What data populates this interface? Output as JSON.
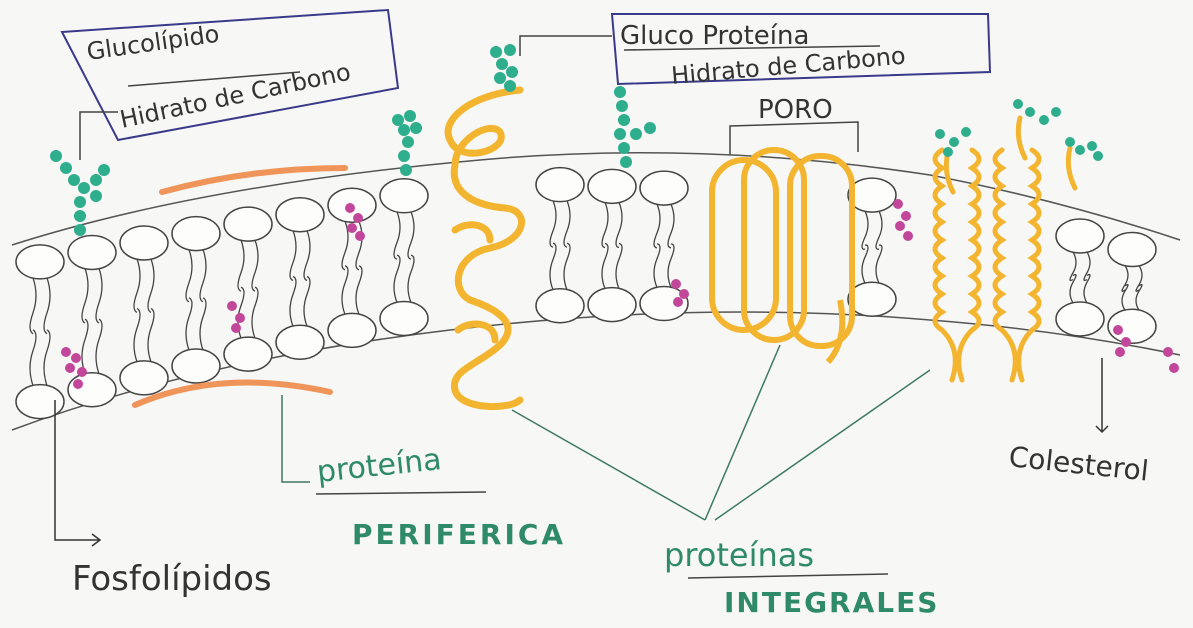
{
  "labels": {
    "glucolipido_top": "Glucolípido",
    "glucolipido_bottom": "Hidrato de Carbono",
    "glucoproteina_top": "Gluco Proteína",
    "glucoproteina_bottom": "Hidrato de Carbono",
    "poro": "PORO",
    "proteina_periferica_top": "proteína",
    "proteina_periferica_bottom": "PERIFERICA",
    "proteinas_integrales_top": "proteínas",
    "proteinas_integrales_bottom": "INTEGRALES",
    "colesterol": "Colesterol",
    "fosfolipidos": "Fosfolípidos"
  },
  "colors": {
    "carbohydrate": "#2fae8e",
    "cholesterol": "#c2479a",
    "integral_protein": "#f3b530",
    "peripheral_protein": "#f0955a",
    "ink": "#333333",
    "label_box": "#3a3a8a",
    "pointer_line": "#3e7a63"
  }
}
